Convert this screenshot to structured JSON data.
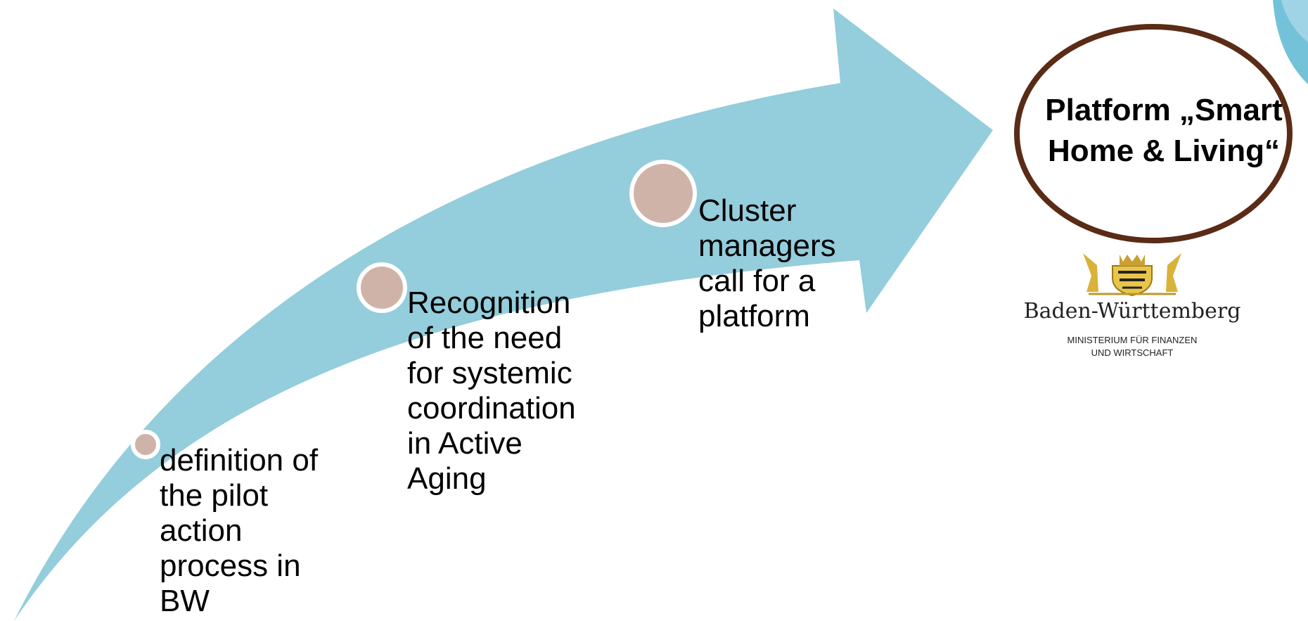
{
  "colors": {
    "arrow": "#94CDDC",
    "node_fill": "#D0B3A8",
    "node_stroke": "#FFFFFF",
    "goal_ring": "#5A2B16",
    "decor_blue": "#5CB7D3"
  },
  "steps": [
    {
      "label": "definition of\nthe pilot\naction\nprocess in\nBW"
    },
    {
      "label": "Recognition\nof the need\nfor systemic\ncoordination\nin Active\nAging"
    },
    {
      "label": "Cluster\nmanagers\ncall for a\nplatform"
    }
  ],
  "goal": {
    "label": "Platform „Smart\nHome & Living“"
  },
  "logo": {
    "name": "Baden-Württemberg",
    "subtitle": "MINISTERIUM FÜR FINANZEN\nUND WIRTSCHAFT",
    "icon": "coat-of-arms-icon"
  }
}
